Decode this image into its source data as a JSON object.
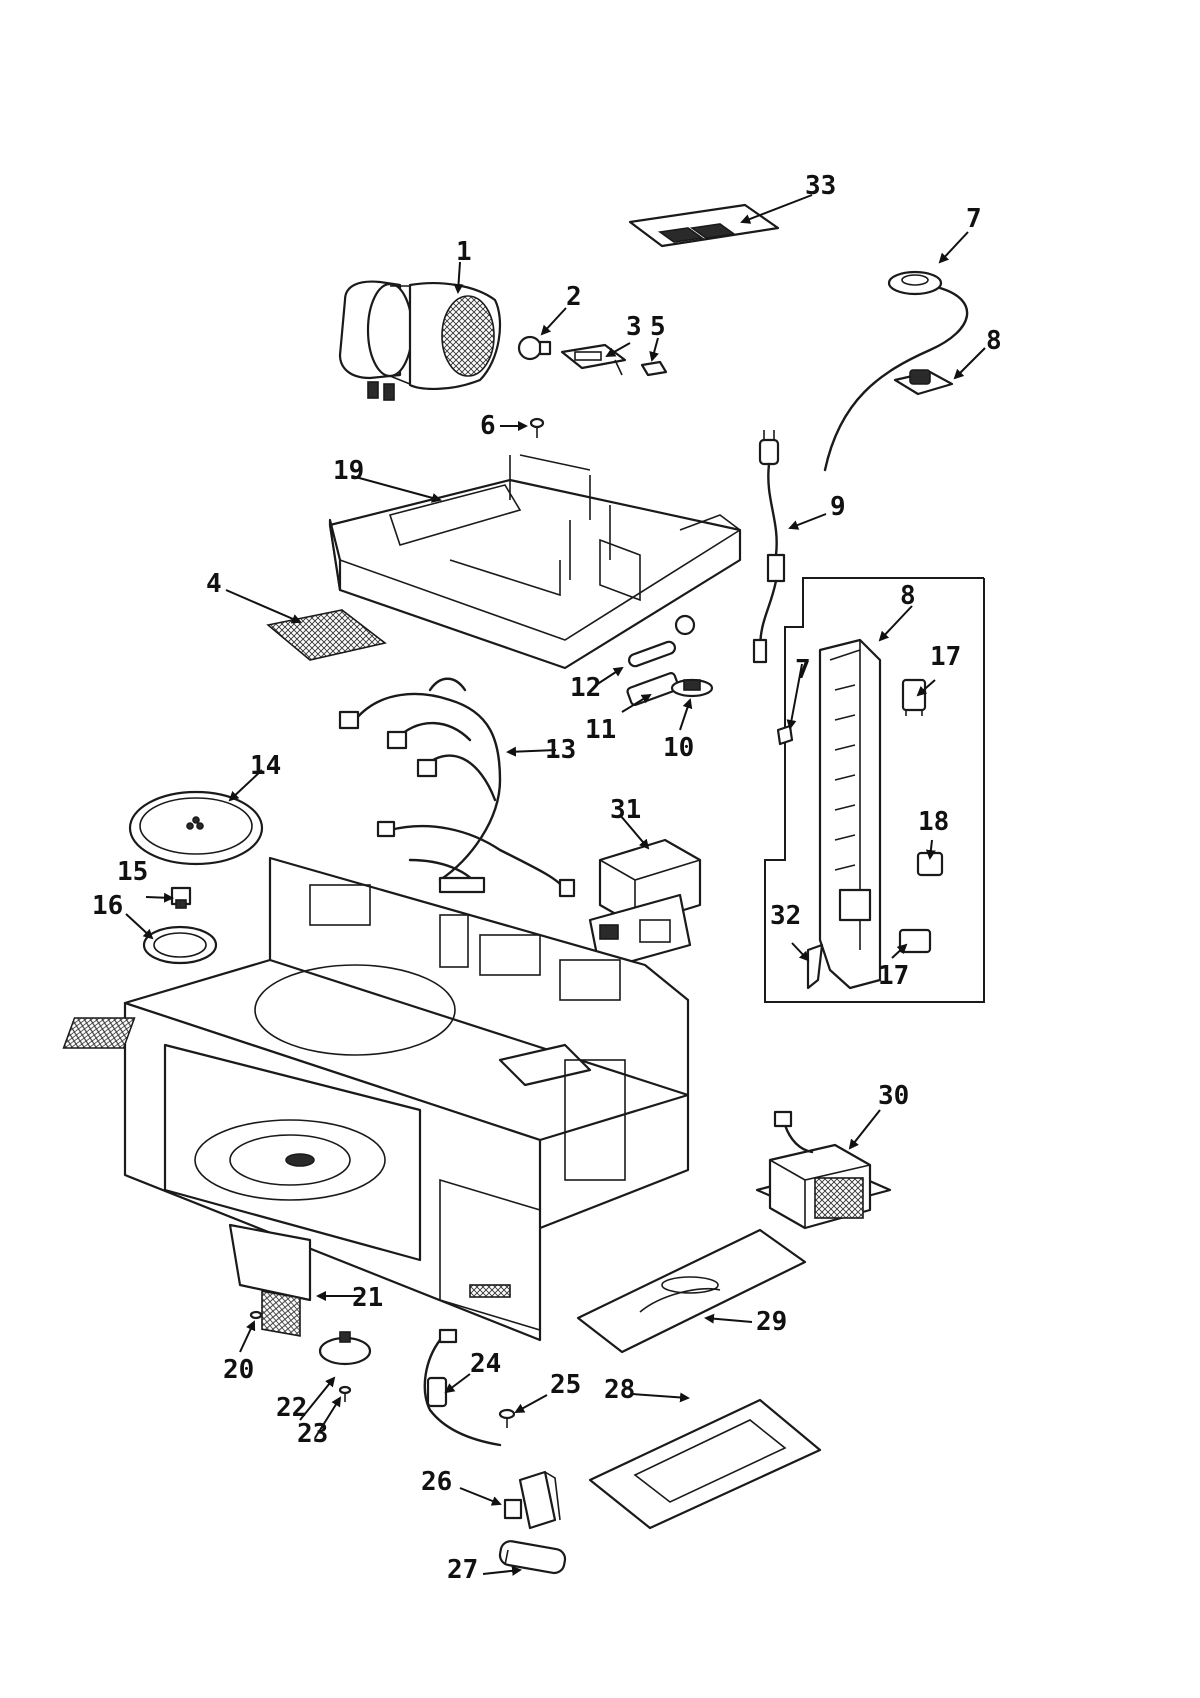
{
  "callouts": [
    "1",
    "2",
    "3",
    "4",
    "5",
    "6",
    "7",
    "7",
    "8",
    "8",
    "9",
    "10",
    "11",
    "12",
    "13",
    "14",
    "15",
    "16",
    "17",
    "17",
    "18",
    "19",
    "20",
    "21",
    "22",
    "23",
    "24",
    "25",
    "26",
    "27",
    "28",
    "29",
    "30",
    "31",
    "32",
    "33"
  ]
}
